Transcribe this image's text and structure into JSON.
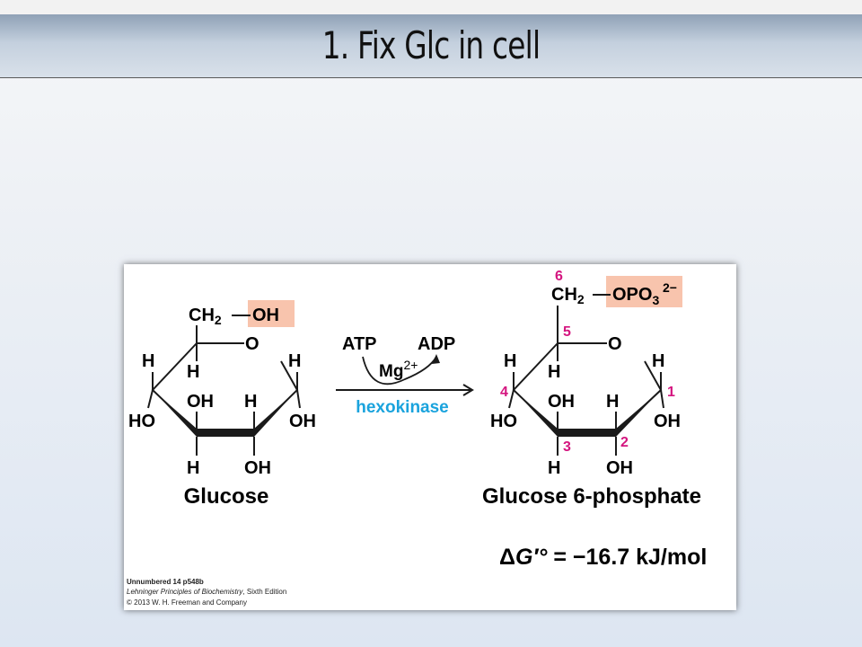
{
  "slide": {
    "title": "1. Fix Glc in cell"
  },
  "figure": {
    "reactant": {
      "name": "Glucose",
      "ch2": "CH",
      "ch2_sub": "2",
      "oh_highlight": "OH",
      "ring_o": "O",
      "h": "H",
      "oh": "OH",
      "ho": "HO"
    },
    "reaction": {
      "atp": "ATP",
      "adp": "ADP",
      "cofactor": "Mg",
      "cofactor_charge": "2+",
      "enzyme": "hexokinase"
    },
    "product": {
      "name": "Glucose 6-phosphate",
      "ch2": "CH",
      "ch2_sub": "2",
      "phosphate": "OPO",
      "phosphate_sub": "3",
      "phosphate_charge": "2−",
      "ring_o": "O",
      "h": "H",
      "oh": "OH",
      "ho": "HO",
      "carbon_numbers": [
        "1",
        "2",
        "3",
        "4",
        "5",
        "6"
      ]
    },
    "energy": {
      "delta": "Δ",
      "symbol": "G′°",
      "equals": " = ",
      "value": "−16.7 kJ/mol"
    },
    "credits": {
      "id": "Unnumbered 14 p548b",
      "book_title": "Lehninger Principles of Biochemistry",
      "book_edition": ", Sixth Edition",
      "copyright": "© 2013 W. H. Freeman and Company"
    },
    "colors": {
      "highlight": "#f8c4ad",
      "carbon_number": "#d4157f",
      "enzyme": "#1aa3dd",
      "text": "#1a1a1a"
    }
  }
}
